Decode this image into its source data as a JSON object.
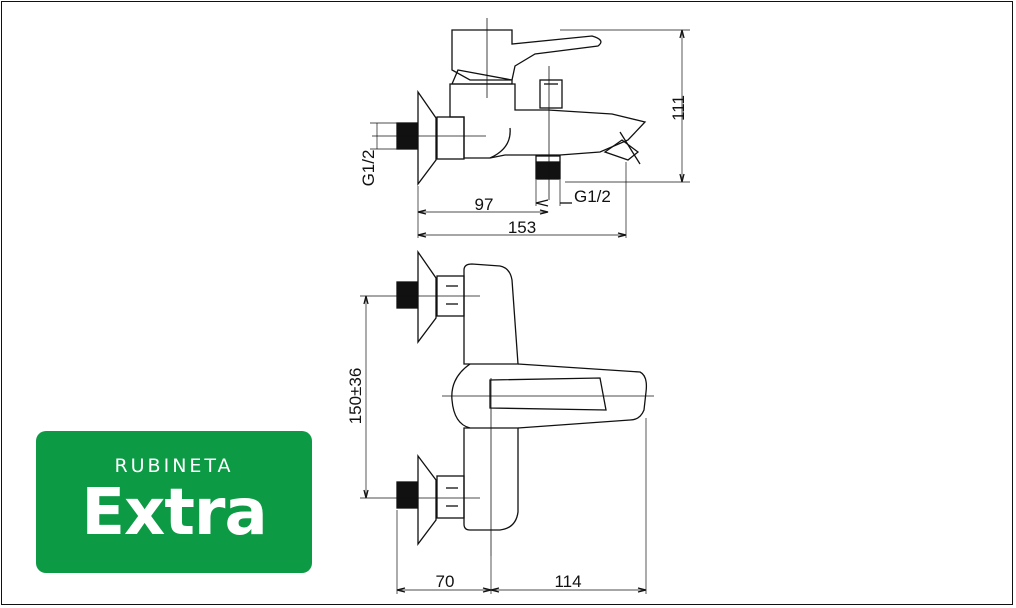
{
  "brand": {
    "top_line": "RUBINETA",
    "main_word": "Extra",
    "color": "#0d9a45"
  },
  "dimensions": {
    "height_111": "111",
    "thread_inlet": "G1/2",
    "thread_outlet": "G1/2",
    "depth_97": "97",
    "depth_153": "153",
    "spacing": "150±36",
    "width_70": "70",
    "width_114": "114"
  }
}
